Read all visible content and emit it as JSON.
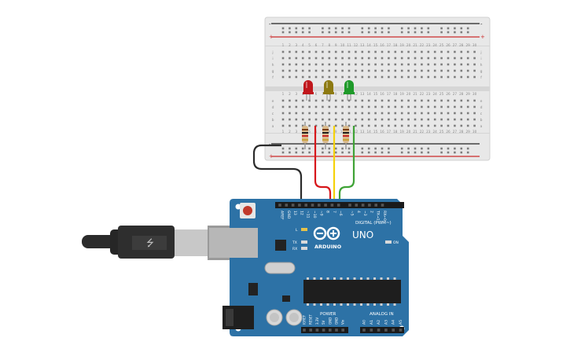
{
  "breadboard": {
    "rail_plus": "+",
    "rail_minus": "-",
    "row_letters_top": [
      "j",
      "i",
      "h",
      "g",
      "f"
    ],
    "row_letters_bottom": [
      "e",
      "d",
      "c",
      "b",
      "a"
    ],
    "column_numbers": [
      "1",
      "2",
      "3",
      "4",
      "5",
      "6",
      "7",
      "8",
      "9",
      "10",
      "11",
      "12",
      "13",
      "14",
      "15",
      "16",
      "17",
      "18",
      "19",
      "20",
      "21",
      "22",
      "23",
      "24",
      "25",
      "26",
      "27",
      "28",
      "29",
      "30"
    ]
  },
  "leds": [
    {
      "name": "led-red",
      "color": "#c0171c"
    },
    {
      "name": "led-yellow",
      "color": "#8d7a12"
    },
    {
      "name": "led-green",
      "color": "#1f9a2a"
    }
  ],
  "wires": {
    "red": "#d7171b",
    "yellow": "#f5d20a",
    "green": "#3fa336",
    "black": "#2b2b2b"
  },
  "arduino": {
    "brand": "ARDUINO",
    "model": "UNO",
    "digital_header": "DIGITAL (PWM~)",
    "power_header": "POWER",
    "analog_header": "ANALOG IN",
    "digital_pins": [
      "AREF",
      "GND",
      "13",
      "12",
      "~11",
      "~10",
      "~9",
      "8",
      "7",
      "~6",
      "~5",
      "4",
      "~3",
      "2",
      "TX→1",
      "RX←0"
    ],
    "power_pins": [
      "IOREF",
      "RESET",
      "3.3V",
      "5V",
      "GND",
      "GND",
      "Vin"
    ],
    "analog_pins": [
      "A0",
      "A1",
      "A2",
      "A3",
      "A4",
      "A5"
    ],
    "led_labels": [
      "L",
      "TX",
      "RX"
    ],
    "on_label": "ON",
    "board_color": "#2d72a6"
  }
}
